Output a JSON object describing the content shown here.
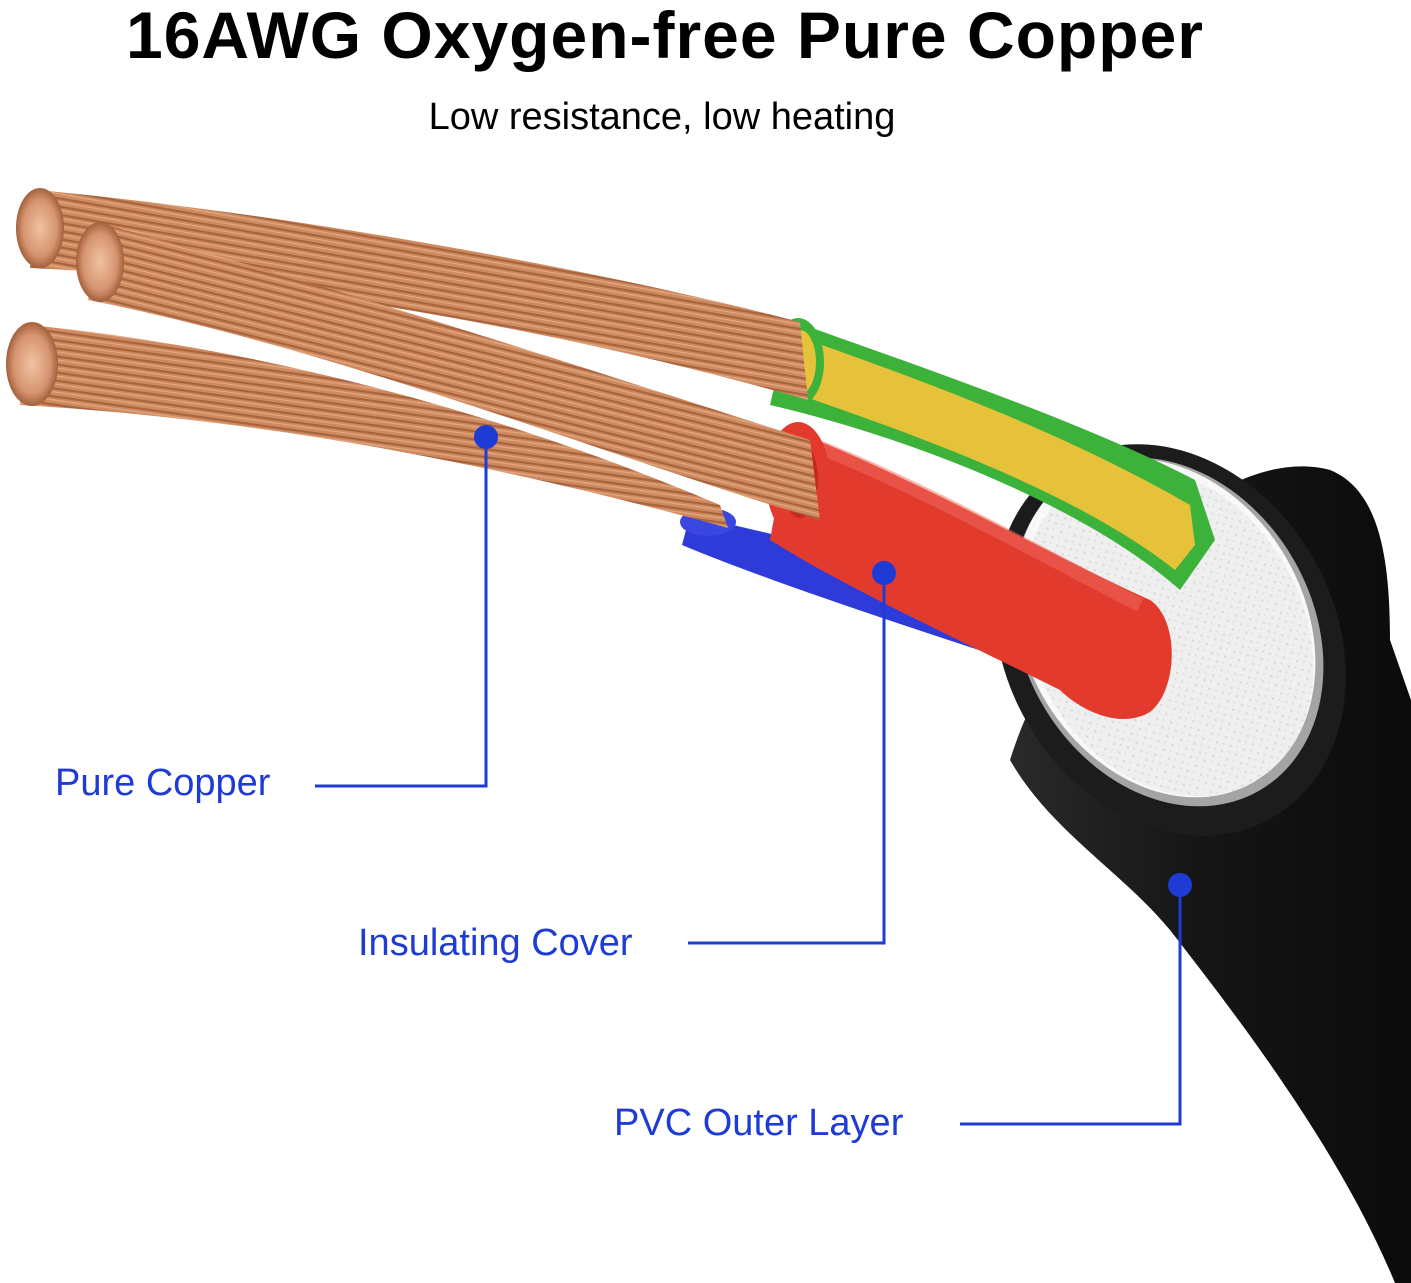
{
  "header": {
    "title": "16AWG Oxygen-free Pure Copper",
    "subtitle": "Low resistance, low heating"
  },
  "callouts": [
    {
      "id": "pure-copper",
      "label": "Pure Copper"
    },
    {
      "id": "insulating-cover",
      "label": "Insulating Cover"
    },
    {
      "id": "pvc-outer-layer",
      "label": "PVC Outer Layer"
    }
  ],
  "colors": {
    "callout": "#1f3bd6",
    "copper": "#c9835a",
    "copper_dark": "#a4603d",
    "insulation_green": "#3cb23a",
    "insulation_yellow": "#e6c23a",
    "insulation_red": "#e23b2e",
    "insulation_blue": "#2f3bd8",
    "filler_white": "#eeeeee",
    "jacket_black": "#1a1a1a"
  }
}
